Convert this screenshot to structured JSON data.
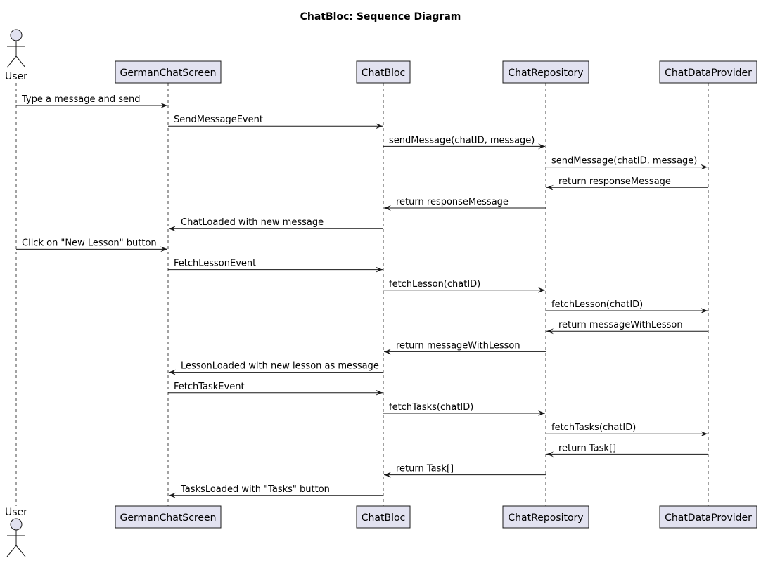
{
  "title": "ChatBloc: Sequence Diagram",
  "participants": [
    {
      "id": "user",
      "label": "User",
      "kind": "actor"
    },
    {
      "id": "screen",
      "label": "GermanChatScreen",
      "kind": "participant"
    },
    {
      "id": "bloc",
      "label": "ChatBloc",
      "kind": "participant"
    },
    {
      "id": "repo",
      "label": "ChatRepository",
      "kind": "participant"
    },
    {
      "id": "provider",
      "label": "ChatDataProvider",
      "kind": "participant"
    }
  ],
  "messages": [
    {
      "from": "user",
      "to": "screen",
      "label": "Type a message and send"
    },
    {
      "from": "screen",
      "to": "bloc",
      "label": "SendMessageEvent"
    },
    {
      "from": "bloc",
      "to": "repo",
      "label": "sendMessage(chatID, message)"
    },
    {
      "from": "repo",
      "to": "provider",
      "label": "sendMessage(chatID, message)"
    },
    {
      "from": "provider",
      "to": "repo",
      "label": "return responseMessage"
    },
    {
      "from": "repo",
      "to": "bloc",
      "label": "return responseMessage"
    },
    {
      "from": "bloc",
      "to": "screen",
      "label": "ChatLoaded with new message"
    },
    {
      "from": "user",
      "to": "screen",
      "label": "Click on \"New Lesson\" button"
    },
    {
      "from": "screen",
      "to": "bloc",
      "label": "FetchLessonEvent"
    },
    {
      "from": "bloc",
      "to": "repo",
      "label": "fetchLesson(chatID)"
    },
    {
      "from": "repo",
      "to": "provider",
      "label": "fetchLesson(chatID)"
    },
    {
      "from": "provider",
      "to": "repo",
      "label": "return messageWithLesson"
    },
    {
      "from": "repo",
      "to": "bloc",
      "label": "return messageWithLesson"
    },
    {
      "from": "bloc",
      "to": "screen",
      "label": "LessonLoaded with new lesson as message"
    },
    {
      "from": "screen",
      "to": "bloc",
      "label": "FetchTaskEvent"
    },
    {
      "from": "bloc",
      "to": "repo",
      "label": "fetchTasks(chatID)"
    },
    {
      "from": "repo",
      "to": "provider",
      "label": "fetchTasks(chatID)"
    },
    {
      "from": "provider",
      "to": "repo",
      "label": "return Task[]"
    },
    {
      "from": "repo",
      "to": "bloc",
      "label": "return Task[]"
    },
    {
      "from": "bloc",
      "to": "screen",
      "label": "TasksLoaded with \"Tasks\" button"
    }
  ],
  "colors": {
    "participant_fill": "#e2e2f0",
    "stroke": "#181818",
    "background": "#ffffff"
  }
}
